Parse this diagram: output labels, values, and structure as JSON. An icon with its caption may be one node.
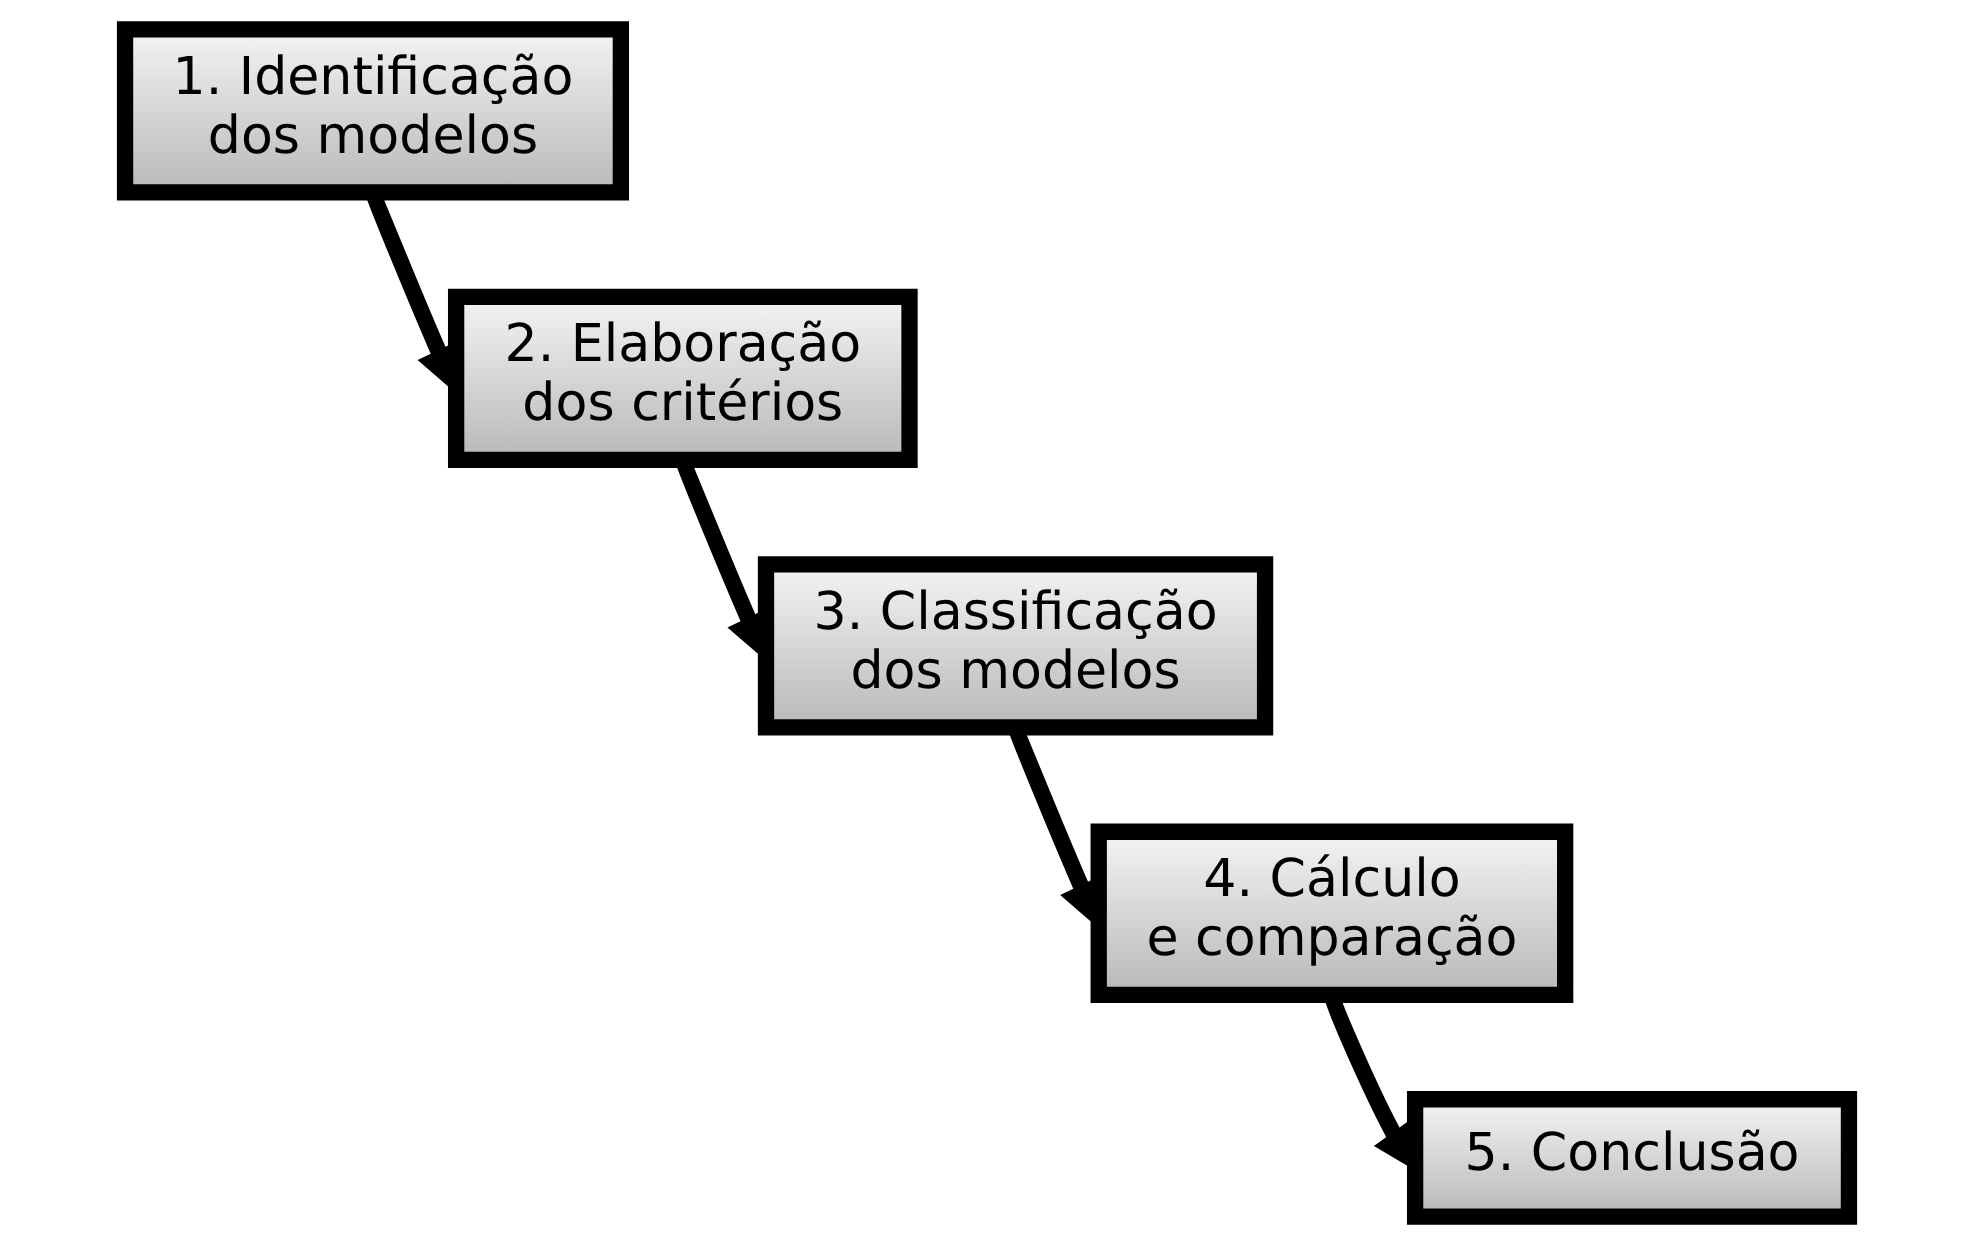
{
  "diagram": {
    "nodes": [
      {
        "text": [
          "1. Identificação dos modelos"
        ]
      },
      {
        "text": [
          "2. Elaboração dos critérios"
        ]
      },
      {
        "text": [
          "3. Classificação dos modelos"
        ]
      },
      {
        "text": [
          "4. Cálculo e comparação"
        ]
      },
      {
        "text": [
          "5. Conclusão"
        ]
      }
    ],
    "edges": [
      {
        "from": 0,
        "to": 1,
        "arrow": "to"
      },
      {
        "from": 1,
        "to": 2,
        "arrow": "to"
      },
      {
        "from": 2,
        "to": 3,
        "arrow": "to"
      },
      {
        "from": 3,
        "to": 4,
        "arrow": "to"
      }
    ]
  }
}
